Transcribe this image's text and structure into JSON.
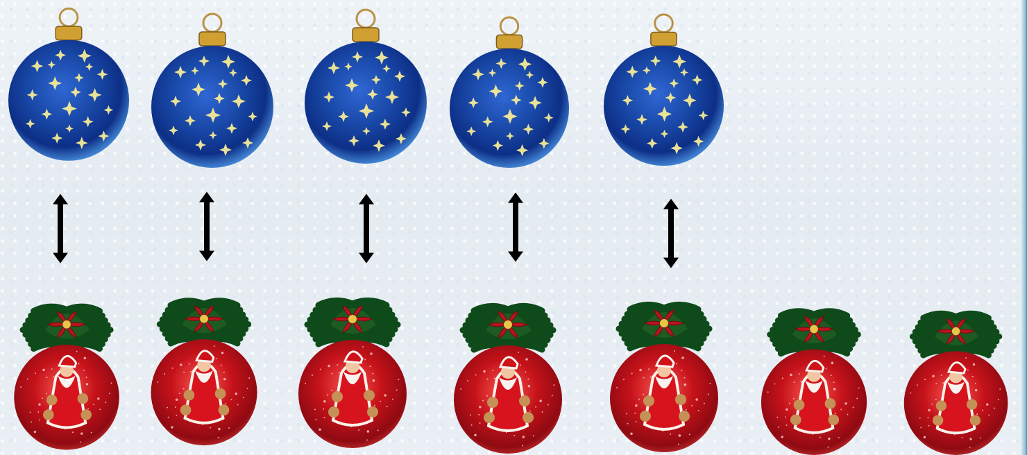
{
  "scene": {
    "blue_ornaments": [
      {
        "name": "blue-star-ornament-1"
      },
      {
        "name": "blue-star-ornament-2"
      },
      {
        "name": "blue-star-ornament-3"
      },
      {
        "name": "blue-star-ornament-4"
      },
      {
        "name": "blue-star-ornament-5"
      }
    ],
    "arrows": [
      {
        "name": "double-arrow-1"
      },
      {
        "name": "double-arrow-2"
      },
      {
        "name": "double-arrow-3"
      },
      {
        "name": "double-arrow-4"
      },
      {
        "name": "double-arrow-5"
      }
    ],
    "red_ornaments": [
      {
        "name": "santa-red-ornament-1"
      },
      {
        "name": "santa-red-ornament-2"
      },
      {
        "name": "santa-red-ornament-3"
      },
      {
        "name": "santa-red-ornament-4"
      },
      {
        "name": "santa-red-ornament-5"
      },
      {
        "name": "santa-red-ornament-6"
      },
      {
        "name": "santa-red-ornament-7"
      }
    ],
    "colors": {
      "blue_ornament": "#1847a6",
      "red_ornament": "#c5121a",
      "pine": "#0f4a1b",
      "poinsettia": "#b8141c",
      "arrow": "#000000",
      "gold": "#d1a033"
    }
  }
}
